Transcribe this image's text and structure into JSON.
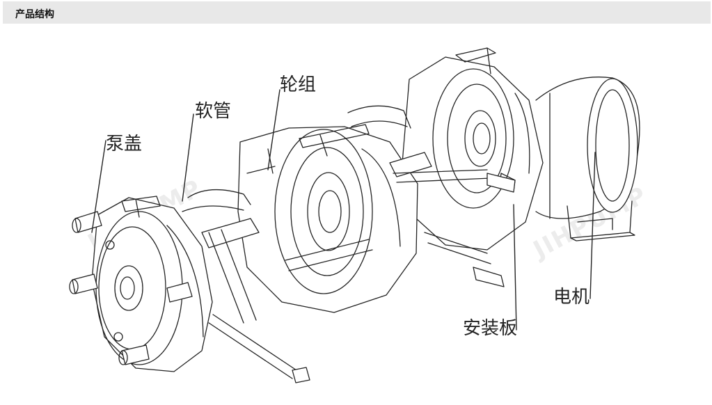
{
  "header": {
    "title": "产品结构"
  },
  "watermark": {
    "text": "JIHPUMP"
  },
  "callouts": {
    "pump_cover": "泵盖",
    "tubing": "软管",
    "rotor": "轮组",
    "mounting_plate": "安装板",
    "motor": "电机"
  },
  "colors": {
    "header_bg": "#e8e8e8",
    "line": "#222222"
  }
}
